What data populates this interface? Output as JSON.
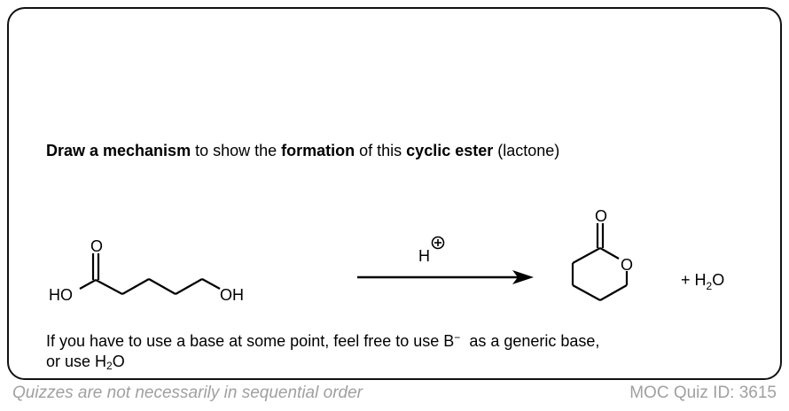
{
  "prompt": {
    "part1": "Draw a mechanism",
    "part2": " to show the ",
    "part3": "formation",
    "part4": " of this ",
    "part5": "cyclic ester",
    "part6": " (lactone)"
  },
  "reaction": {
    "reactant_labels": {
      "ho": "HO",
      "carbonyl_o": "O",
      "oh": "OH"
    },
    "reagent": {
      "h": "H",
      "charge": "+"
    },
    "product_labels": {
      "carbonyl_o": "O",
      "ring_o": "O"
    },
    "byproduct": {
      "plus": "+ H",
      "sub": "2",
      "o": "O"
    }
  },
  "note": {
    "line1a": "If you have to use a base at some point, feel free to use B",
    "line1sup": "−",
    "line1b": "  as a generic base,",
    "line2a": "or use H",
    "line2sub": "2",
    "line2b": "O"
  },
  "footer": {
    "left": "Quizzes are not necessarily in sequential order",
    "right": "MOC Quiz ID: 3615"
  }
}
